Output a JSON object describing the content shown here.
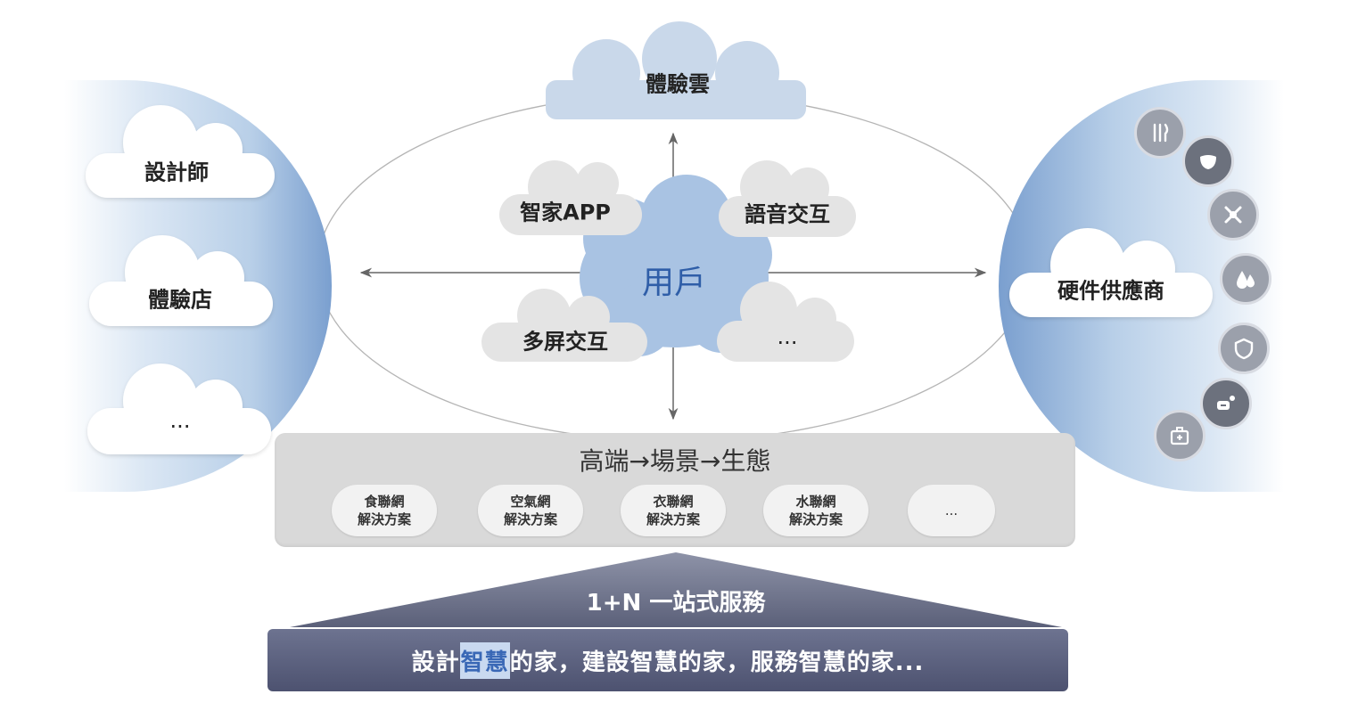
{
  "center": {
    "label": "用戶"
  },
  "top_cloud": {
    "label": "體驗雲"
  },
  "inner_clouds": [
    {
      "label": "智家APP"
    },
    {
      "label": "語音交互"
    },
    {
      "label": "多屏交互"
    },
    {
      "label": "..."
    }
  ],
  "left_clouds": [
    {
      "label": "設計師"
    },
    {
      "label": "體驗店"
    },
    {
      "label": "..."
    }
  ],
  "right": {
    "label": "硬件供應商",
    "icons": [
      "utensils-icon",
      "mask-icon",
      "satellite-icon",
      "water-drops-icon",
      "shield-icon",
      "gamepad-icon",
      "medical-kit-icon"
    ]
  },
  "ecosystem": {
    "title": "高端→場景→生態",
    "solutions": [
      {
        "line1": "食聯網",
        "line2": "解決方案"
      },
      {
        "line1": "空氣網",
        "line2": "解決方案"
      },
      {
        "line1": "衣聯網",
        "line2": "解決方案"
      },
      {
        "line1": "水聯網",
        "line2": "解決方案"
      },
      {
        "line1": "...",
        "line2": ""
      }
    ]
  },
  "service": {
    "label": "1+N 一站式服務"
  },
  "banner": {
    "pre": "設計",
    "highlight": "智慧",
    "post": "的家，建設智慧的家，服務智慧的家..."
  },
  "colors": {
    "center_blue": "#a9c3e3",
    "center_text": "#2f5ea8",
    "side_blue": "#7a9fcf",
    "cloud_gray": "#e2e2e2",
    "banner": "#555a75"
  }
}
